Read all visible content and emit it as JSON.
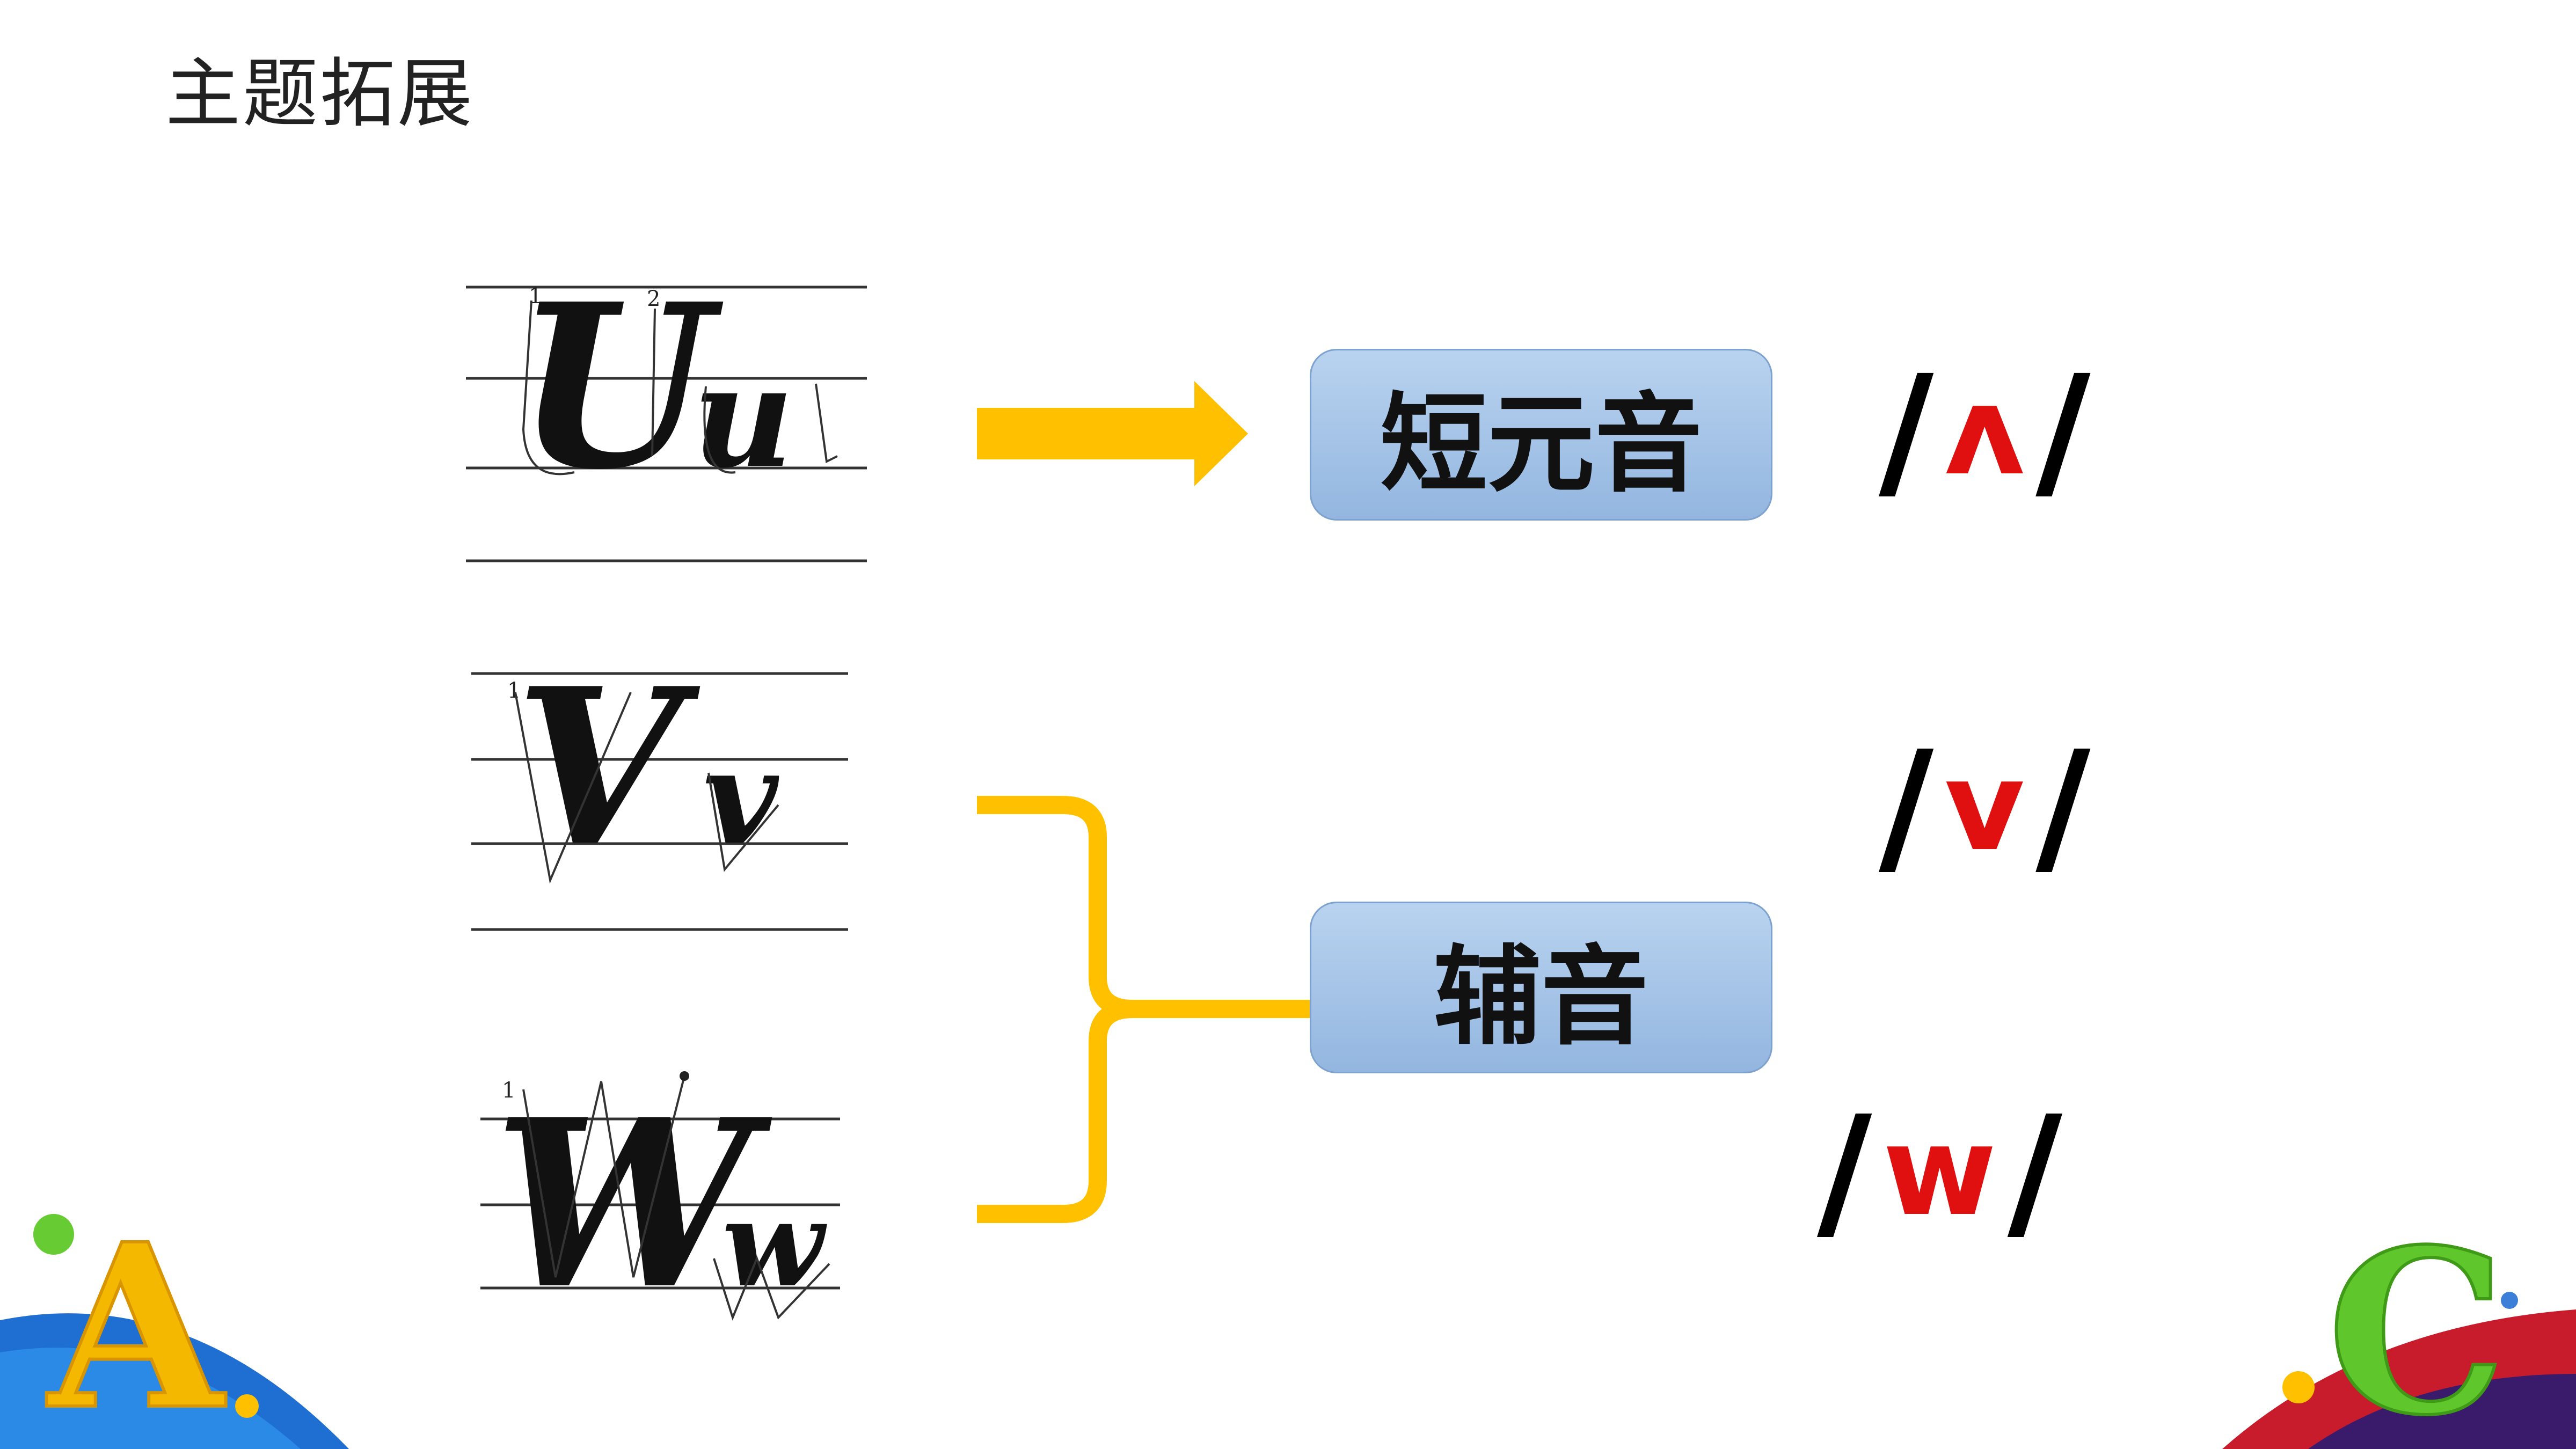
{
  "title": "主题拓展",
  "letters": [
    {
      "upper": "U",
      "lower": "u"
    },
    {
      "upper": "V",
      "lower": "v"
    },
    {
      "upper": "W",
      "lower": "w"
    }
  ],
  "stroke_numbers": {
    "one": "1",
    "two": "2"
  },
  "categories": {
    "vowel": "短元音",
    "consonant": "辅音"
  },
  "phonetics": {
    "u": "ʌ",
    "v": "v",
    "w": "w",
    "slash": "/"
  },
  "colors": {
    "accent_orange": "#FFC000",
    "phonetic_red": "#E01010",
    "box_blue": "#A9C6EA"
  },
  "decorations": {
    "left_letter": "A",
    "right_letter": "C"
  }
}
